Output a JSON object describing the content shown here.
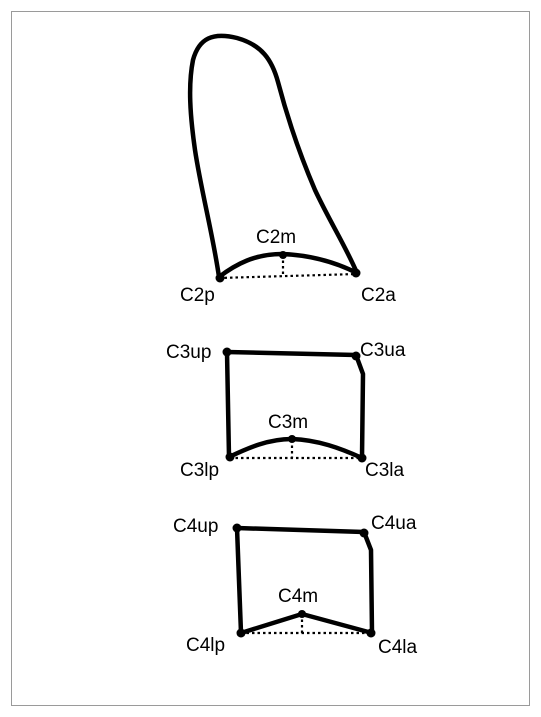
{
  "labels": {
    "c2m": "C2m",
    "c2p": "C2p",
    "c2a": "C2a",
    "c3up": "C3up",
    "c3ua": "C3ua",
    "c3m": "C3m",
    "c3lp": "C3lp",
    "c3la": "C3la",
    "c4up": "C4up",
    "c4ua": "C4ua",
    "c4m": "C4m",
    "c4lp": "C4lp",
    "c4la": "C4la"
  }
}
